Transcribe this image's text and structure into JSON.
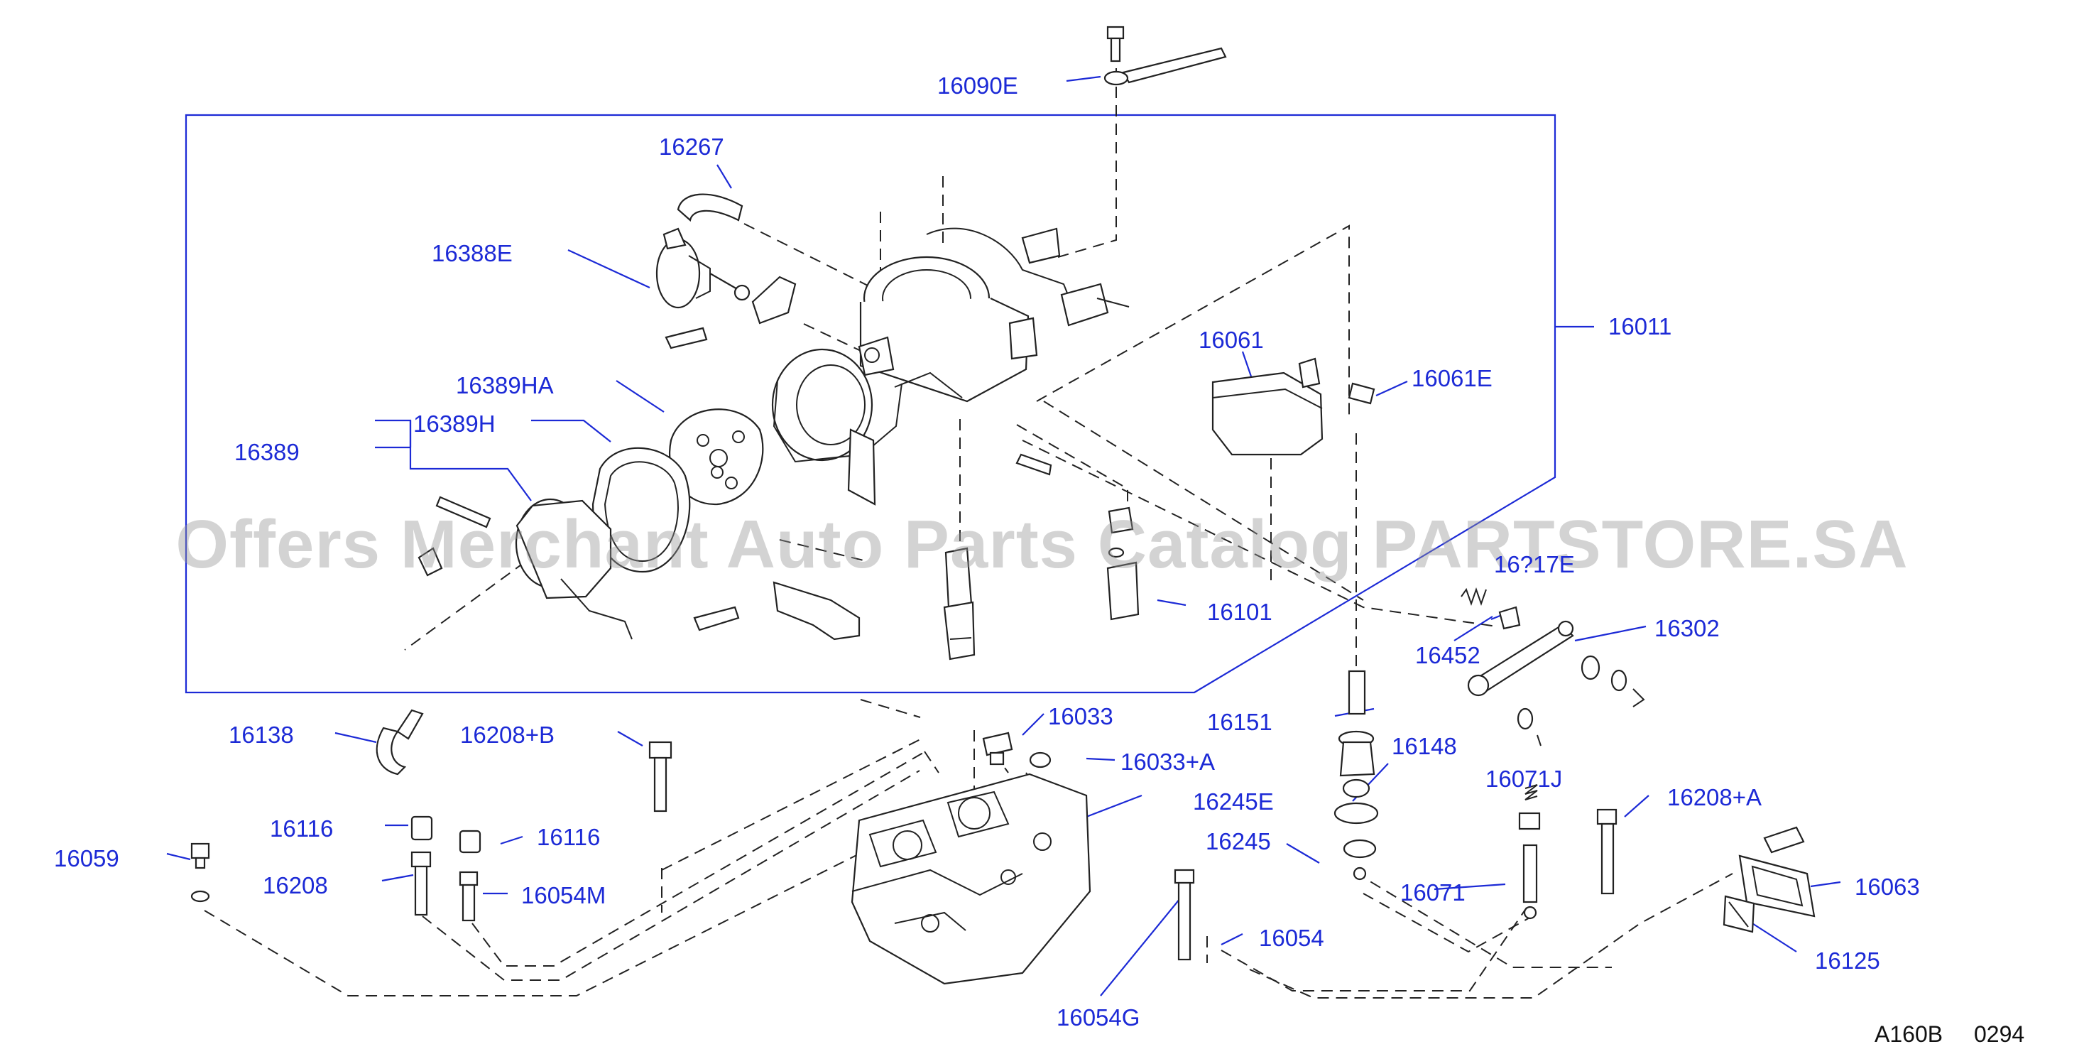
{
  "watermark": "Offers Merchant Auto Parts Catalog PARTSTORE.SA",
  "diagram_code": "A160B",
  "diagram_date": "0294",
  "colors": {
    "callout": "#1c2ad6",
    "linework": "#222222",
    "watermark": "#999999"
  },
  "callouts": [
    "16090E",
    "16267",
    "16388E",
    "16011",
    "16061",
    "16061E",
    "16389HA",
    "16389H",
    "16389",
    "16101",
    "16452",
    "16302",
    "16151",
    "16138",
    "16208+B",
    "16033",
    "16033+A",
    "16148",
    "16071J",
    "16245E",
    "16208+A",
    "16116",
    "16116",
    "16059",
    "16245",
    "16063",
    "16208",
    "16054M",
    "16071",
    "16054",
    "16125",
    "16054G",
    "16?17E"
  ]
}
